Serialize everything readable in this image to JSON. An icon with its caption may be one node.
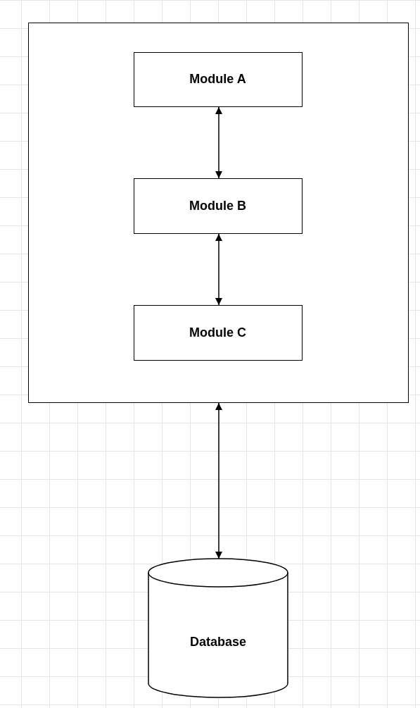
{
  "diagram": {
    "nodes": [
      {
        "text": [],
        "shape": "box"
      },
      {
        "text": [
          "Module A"
        ],
        "in": 0
      },
      {
        "text": [
          "Module B"
        ],
        "in": 0
      },
      {
        "text": [
          "Module C"
        ],
        "in": 0
      },
      {
        "text": [
          "Database"
        ]
      }
    ],
    "edges": [
      {
        "from": 1,
        "to": 2,
        "arrow": "both"
      },
      {
        "from": 2,
        "to": 3,
        "arrow": "both"
      },
      {
        "from": 0,
        "to": 4,
        "arrow": "both"
      }
    ]
  }
}
